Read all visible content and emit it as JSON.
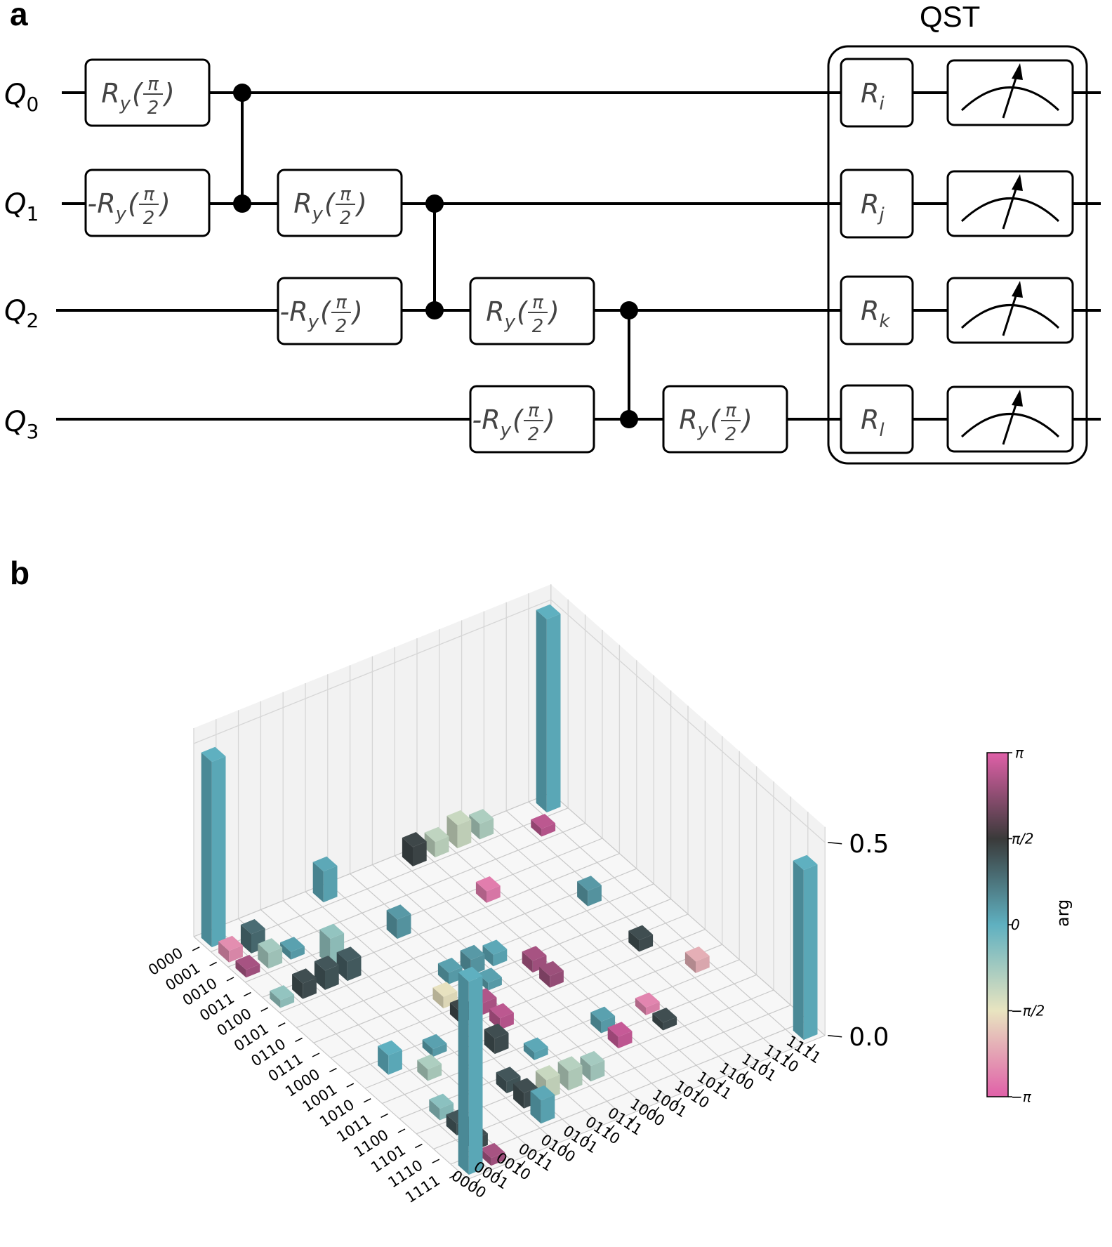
{
  "panels": {
    "a": "a",
    "b": "b"
  },
  "circuit": {
    "qubits": [
      "Q",
      "Q",
      "Q",
      "Q"
    ],
    "qubit_subscripts": [
      "0",
      "1",
      "2",
      "3"
    ],
    "gate_main": "R",
    "gate_sub": "y",
    "gate_num": "π",
    "gate_den": "2",
    "neg_prefix": "-",
    "qst_title": "QST",
    "rotations": [
      {
        "main": "R",
        "sub": "i"
      },
      {
        "main": "R",
        "sub": "j"
      },
      {
        "main": "R",
        "sub": "k"
      },
      {
        "main": "R",
        "sub": "l"
      }
    ]
  },
  "chart_data": {
    "type": "bar3d",
    "title": "",
    "x_tick_labels": [
      "0000",
      "0001",
      "0010",
      "0011",
      "0100",
      "0101",
      "0110",
      "0111",
      "1000",
      "1001",
      "1010",
      "1011",
      "1100",
      "1101",
      "1110",
      "1111"
    ],
    "y_tick_labels": [
      "0000",
      "0001",
      "0010",
      "0011",
      "0100",
      "0101",
      "0110",
      "0111",
      "1000",
      "1001",
      "1010",
      "1011",
      "1100",
      "1101",
      "1110",
      "1111"
    ],
    "z_tick_labels": [
      "0.0",
      "0.5"
    ],
    "zlim": [
      0,
      0.5
    ],
    "colorbar": {
      "title": "arg",
      "tick_labels": [
        "π",
        "π/2",
        "0",
        "−π/2",
        "−π"
      ],
      "colors": [
        "#e060a8",
        "#3a3a3a",
        "#5fb0c0",
        "#e8e4c0",
        "#e060a8"
      ]
    },
    "bars": [
      {
        "i": 0,
        "j": 0,
        "value": 0.48,
        "phase": 0.0
      },
      {
        "i": 0,
        "j": 15,
        "value": 0.5,
        "phase": 0.0
      },
      {
        "i": 15,
        "j": 0,
        "value": 0.5,
        "phase": 0.0
      },
      {
        "i": 15,
        "j": 15,
        "value": 0.44,
        "phase": 0.0
      },
      {
        "i": 0,
        "j": 5,
        "value": 0.08,
        "phase": 0.1
      },
      {
        "i": 0,
        "j": 9,
        "value": 0.05,
        "phase": 1.4
      },
      {
        "i": 0,
        "j": 10,
        "value": 0.04,
        "phase": -1.1
      },
      {
        "i": 0,
        "j": 11,
        "value": 0.06,
        "phase": -1.2
      },
      {
        "i": 0,
        "j": 12,
        "value": 0.04,
        "phase": -0.9
      },
      {
        "i": 1,
        "j": 0,
        "value": 0.03,
        "phase": -2.6
      },
      {
        "i": 1,
        "j": 1,
        "value": 0.05,
        "phase": 0.9
      },
      {
        "i": 1,
        "j": 14,
        "value": 0.02,
        "phase": 2.8
      },
      {
        "i": 2,
        "j": 0,
        "value": 0.02,
        "phase": 2.6
      },
      {
        "i": 2,
        "j": 1,
        "value": 0.04,
        "phase": -0.8
      },
      {
        "i": 2,
        "j": 2,
        "value": 0.02,
        "phase": 0.2
      },
      {
        "i": 3,
        "j": 3,
        "value": 0.07,
        "phase": -0.6
      },
      {
        "i": 3,
        "j": 6,
        "value": 0.05,
        "phase": 0.3
      },
      {
        "i": 3,
        "j": 10,
        "value": 0.03,
        "phase": -2.8
      },
      {
        "i": 4,
        "j": 0,
        "value": 0.02,
        "phase": -0.6
      },
      {
        "i": 4,
        "j": 1,
        "value": 0.04,
        "phase": 1.3
      },
      {
        "i": 4,
        "j": 2,
        "value": 0.05,
        "phase": 1.2
      },
      {
        "i": 4,
        "j": 3,
        "value": 0.05,
        "phase": 1.1
      },
      {
        "i": 5,
        "j": 13,
        "value": 0.04,
        "phase": 0.3
      },
      {
        "i": 6,
        "j": 6,
        "value": 0.03,
        "phase": 0.2
      },
      {
        "i": 6,
        "j": 7,
        "value": 0.04,
        "phase": 0.3
      },
      {
        "i": 6,
        "j": 8,
        "value": 0.03,
        "phase": 0.1
      },
      {
        "i": 7,
        "j": 5,
        "value": 0.03,
        "phase": -1.6
      },
      {
        "i": 7,
        "j": 7,
        "value": 0.02,
        "phase": 0.2
      },
      {
        "i": 7,
        "j": 9,
        "value": 0.03,
        "phase": 2.6
      },
      {
        "i": 8,
        "j": 5,
        "value": 0.03,
        "phase": 1.4
      },
      {
        "i": 8,
        "j": 6,
        "value": 0.03,
        "phase": 2.7
      },
      {
        "i": 8,
        "j": 9,
        "value": 0.03,
        "phase": 2.5
      },
      {
        "i": 8,
        "j": 13,
        "value": 0.03,
        "phase": 1.3
      },
      {
        "i": 9,
        "j": 1,
        "value": 0.05,
        "phase": 0.0
      },
      {
        "i": 9,
        "j": 3,
        "value": 0.02,
        "phase": 0.2
      },
      {
        "i": 9,
        "j": 6,
        "value": 0.03,
        "phase": 2.8
      },
      {
        "i": 10,
        "j": 2,
        "value": 0.03,
        "phase": -0.9
      },
      {
        "i": 10,
        "j": 5,
        "value": 0.04,
        "phase": 1.3
      },
      {
        "i": 10,
        "j": 14,
        "value": 0.03,
        "phase": -2.2
      },
      {
        "i": 11,
        "j": 6,
        "value": 0.02,
        "phase": 0.1
      },
      {
        "i": 11,
        "j": 9,
        "value": 0.03,
        "phase": 0.2
      },
      {
        "i": 11,
        "j": 11,
        "value": 0.02,
        "phase": -2.7
      },
      {
        "i": 12,
        "j": 1,
        "value": 0.03,
        "phase": -0.5
      },
      {
        "i": 12,
        "j": 4,
        "value": 0.03,
        "phase": 1.2
      },
      {
        "i": 12,
        "j": 9,
        "value": 0.03,
        "phase": 2.9
      },
      {
        "i": 12,
        "j": 11,
        "value": 0.02,
        "phase": 1.3
      },
      {
        "i": 13,
        "j": 1,
        "value": 0.03,
        "phase": 1.2
      },
      {
        "i": 13,
        "j": 4,
        "value": 0.04,
        "phase": 1.3
      },
      {
        "i": 13,
        "j": 5,
        "value": 0.05,
        "phase": -1.2
      },
      {
        "i": 13,
        "j": 6,
        "value": 0.05,
        "phase": -1.0
      },
      {
        "i": 13,
        "j": 7,
        "value": 0.04,
        "phase": -0.8
      },
      {
        "i": 14,
        "j": 1,
        "value": 0.03,
        "phase": 1.3
      },
      {
        "i": 14,
        "j": 4,
        "value": 0.06,
        "phase": 0.1
      },
      {
        "i": 15,
        "j": 1,
        "value": 0.02,
        "phase": 2.6
      }
    ]
  }
}
